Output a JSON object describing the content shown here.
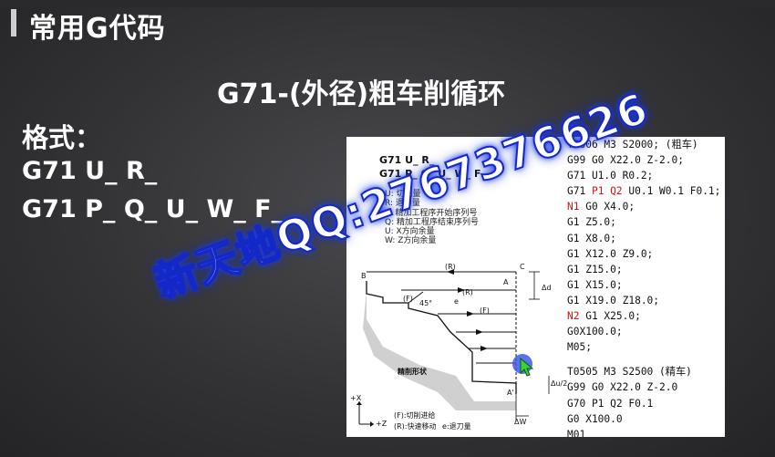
{
  "slide": {
    "header_title": "常用G代码",
    "main_title": "G71-(外径)粗车削循环",
    "format_label": "格式：",
    "format_line1": "G71 U_ R_",
    "format_line2": "G71 P_ Q_ U_ W_ F_"
  },
  "figure": {
    "format_line1": "G71 U_ R_",
    "format_line2": "G71 P_ Q_ U_ W_ F",
    "params": [
      "U: 切削量",
      "R: 退刀量",
      "P: 精加工程序开始序列号",
      "Q: 精加工程序结束序列号",
      "U: X方向余量",
      "W: Z方向余量"
    ],
    "labels": {
      "B": "B",
      "C": "C",
      "A": "A",
      "A_prime": "A'",
      "R_top": "(R)",
      "R_mid": "(R)",
      "F_mid": "(F)",
      "F_left": "(F)",
      "e": "e",
      "angle": "45°",
      "delta_d": "Δd",
      "delta_u2": "Δu/2",
      "delta_w": "ΔW",
      "shape": "精削形状",
      "axis_x": "+X",
      "axis_z": "+Z"
    },
    "legend": {
      "feed": "(F):切削进给",
      "rapid": "(R):快速移动",
      "retract": "e:退刀量"
    },
    "code_lines": [
      {
        "text": "T0606 M3 S2000; (粗车)"
      },
      {
        "text": "G99 G0 X22.0 Z-2.0;"
      },
      {
        "text": "G71 U1.0 R0.2;"
      },
      {
        "pre": "G71 ",
        "red": "P1 Q2",
        "post": " U0.1 W0.1 F0.1;"
      },
      {
        "red": "N1",
        "post": " G0 X4.0;"
      },
      {
        "text": "G1 Z5.0;"
      },
      {
        "text": "G1 X8.0;"
      },
      {
        "text": "G1 X12.0 Z9.0;"
      },
      {
        "text": "G1 Z15.0;"
      },
      {
        "text": "G1 X15.0;"
      },
      {
        "text": "G1 X19.0 Z18.0;"
      },
      {
        "red": "N2",
        "post": " G1 X25.0;"
      },
      {
        "text": "G0X100.0;"
      },
      {
        "text": "M05;"
      }
    ],
    "code_lines_finish": [
      "T0505 M3 S2500  (精车)",
      "G99 G0 X22.0 Z-2.0",
      "G70 P1 Q2 F0.1",
      "G0 X100.0",
      "M01"
    ]
  },
  "watermark": "新天地QQ:2767376626",
  "colors": {
    "background": "#333336",
    "watermark_stroke": "#1428c8",
    "highlight_red": "#e01010",
    "cursor_blue": "#3c5ae6",
    "cursor_green": "#3cd23c"
  }
}
